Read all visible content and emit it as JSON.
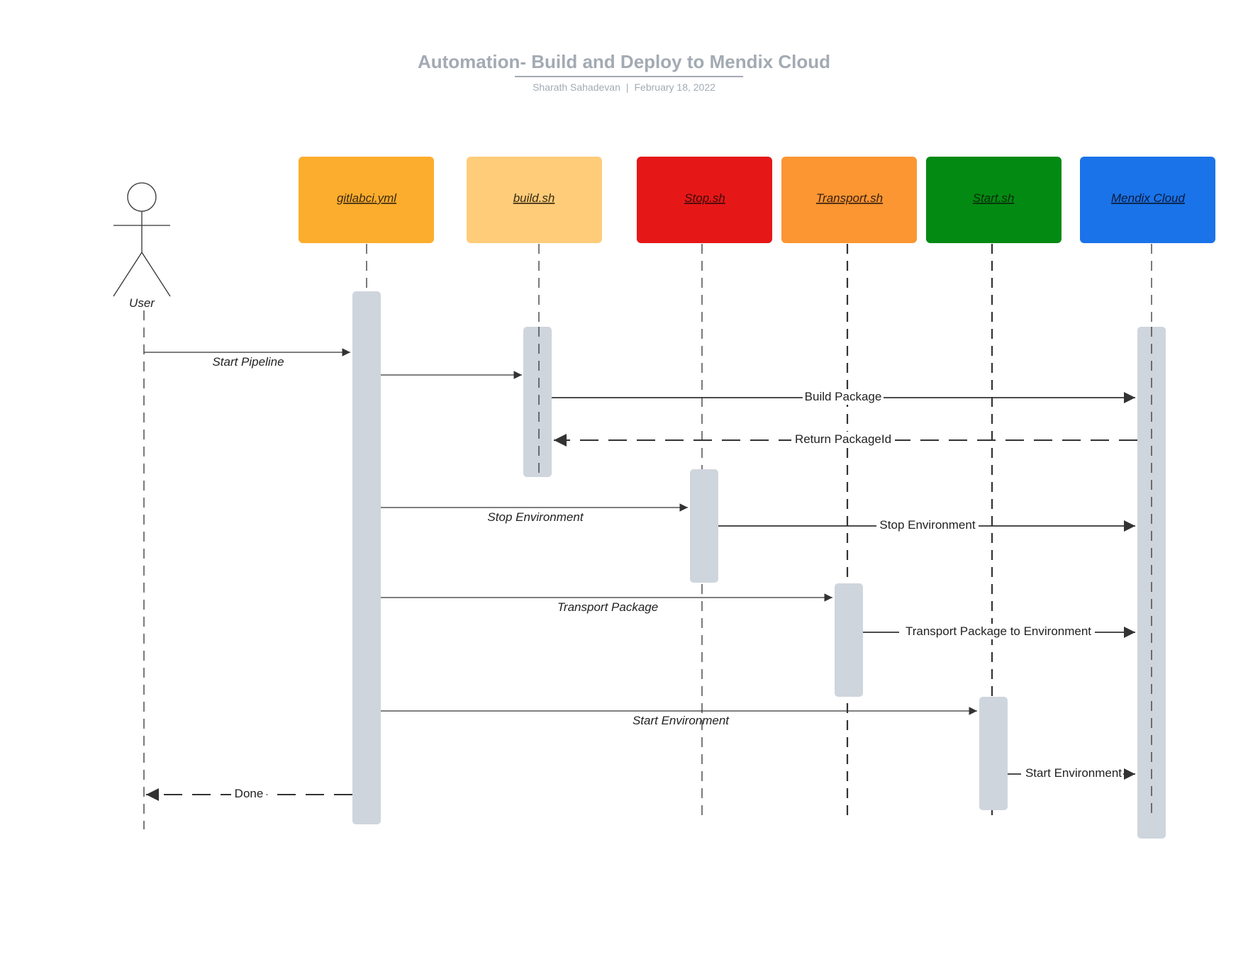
{
  "title": "Automation- Build and Deploy to Mendix Cloud",
  "author": "Sharath Sahadevan",
  "date": "February 18, 2022",
  "actor": {
    "label": "User"
  },
  "participants": [
    {
      "id": "gitlab",
      "label": "gitlabci.yml",
      "color": "#fdad2d",
      "text_color": "#3a2a10"
    },
    {
      "id": "build",
      "label": "build.sh",
      "color": "#ffcc7a",
      "text_color": "#3a2a10"
    },
    {
      "id": "stop",
      "label": "Stop.sh",
      "color": "#e61717",
      "text_color": "#3a0a0a"
    },
    {
      "id": "transport",
      "label": "Transport.sh",
      "color": "#fb9632",
      "text_color": "#3a2010"
    },
    {
      "id": "start",
      "label": "Start.sh",
      "color": "#038a12",
      "text_color": "#0a2a0a"
    },
    {
      "id": "mendix",
      "label": "Mendix Cloud",
      "color": "#1a73e8",
      "text_color": "#0a1a3a"
    }
  ],
  "messages": [
    {
      "id": "start-pipeline",
      "label": "Start Pipeline",
      "dashed": false
    },
    {
      "id": "invoke-build",
      "label": "",
      "dashed": false
    },
    {
      "id": "build-package",
      "label": "Build Package",
      "dashed": false
    },
    {
      "id": "return-packageid",
      "label": "Return PackageId",
      "dashed": true
    },
    {
      "id": "stop-env-call",
      "label": "Stop Environment",
      "dashed": false
    },
    {
      "id": "stop-env-cloud",
      "label": "Stop Environment",
      "dashed": false
    },
    {
      "id": "transport-call",
      "label": "Transport Package",
      "dashed": false
    },
    {
      "id": "transport-cloud",
      "label": "Transport Package to Environment",
      "dashed": false
    },
    {
      "id": "start-env-call",
      "label": "Start Environment",
      "dashed": false
    },
    {
      "id": "start-env-cloud",
      "label": "Start Environment",
      "dashed": false
    },
    {
      "id": "done",
      "label": "Done",
      "dashed": true
    }
  ],
  "colors": {
    "activation": "#cfd5dd",
    "line": "#333333",
    "title": "#a3aab3"
  }
}
